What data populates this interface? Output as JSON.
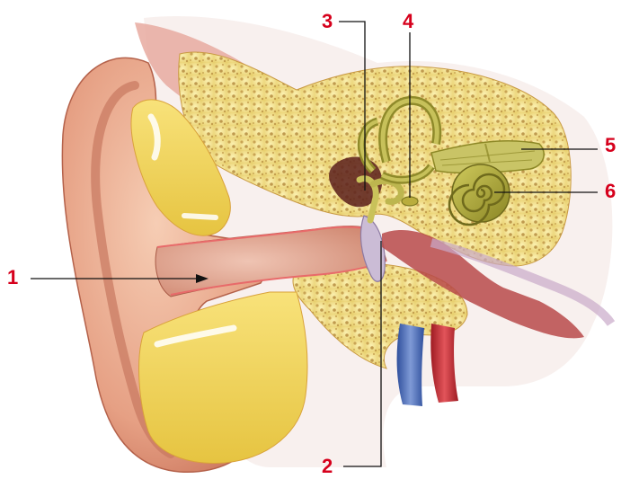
{
  "diagram": {
    "callouts": [
      {
        "id": "1",
        "label": "1"
      },
      {
        "id": "2",
        "label": "2"
      },
      {
        "id": "3",
        "label": "3"
      },
      {
        "id": "4",
        "label": "4"
      },
      {
        "id": "5",
        "label": "5"
      },
      {
        "id": "6",
        "label": "6"
      }
    ]
  },
  "colors": {
    "label_red": "#d6001c",
    "skin": "#e9a889",
    "bone": "#f1e08d",
    "ear_canal": "#d98f7b",
    "cochlea": "#a9a23a",
    "artery": "#c1272d",
    "vein": "#3d63b0"
  }
}
